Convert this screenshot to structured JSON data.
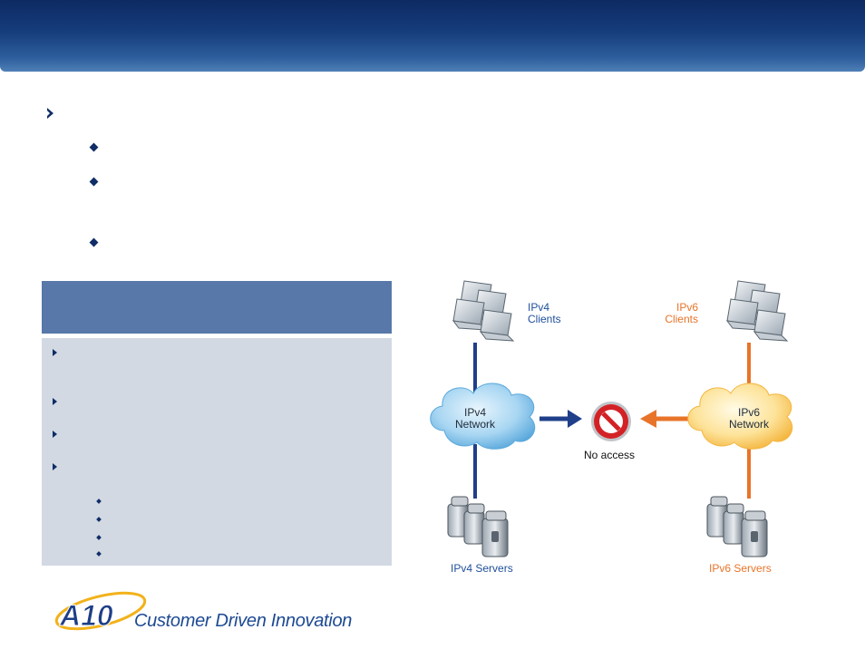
{
  "diagram": {
    "ipv4_clients_label_line1": "IPv4",
    "ipv4_clients_label_line2": "Clients",
    "ipv6_clients_label_line1": "IPv6",
    "ipv6_clients_label_line2": "Clients",
    "ipv4_network_line1": "IPv4",
    "ipv4_network_line2": "Network",
    "ipv6_network_line1": "IPv6",
    "ipv6_network_line2": "Network",
    "no_access": "No access",
    "ipv4_servers": "IPv4 Servers",
    "ipv6_servers": "IPv6 Servers",
    "ipv4_color": "#1f3f8a",
    "ipv6_color": "#e8742a"
  },
  "logo": {
    "brand": "A10",
    "tagline": "Customer Driven Innovation"
  },
  "colors": {
    "header": "#163d7c",
    "panel_head": "#5778a8",
    "panel_body": "#d2d9e3"
  }
}
